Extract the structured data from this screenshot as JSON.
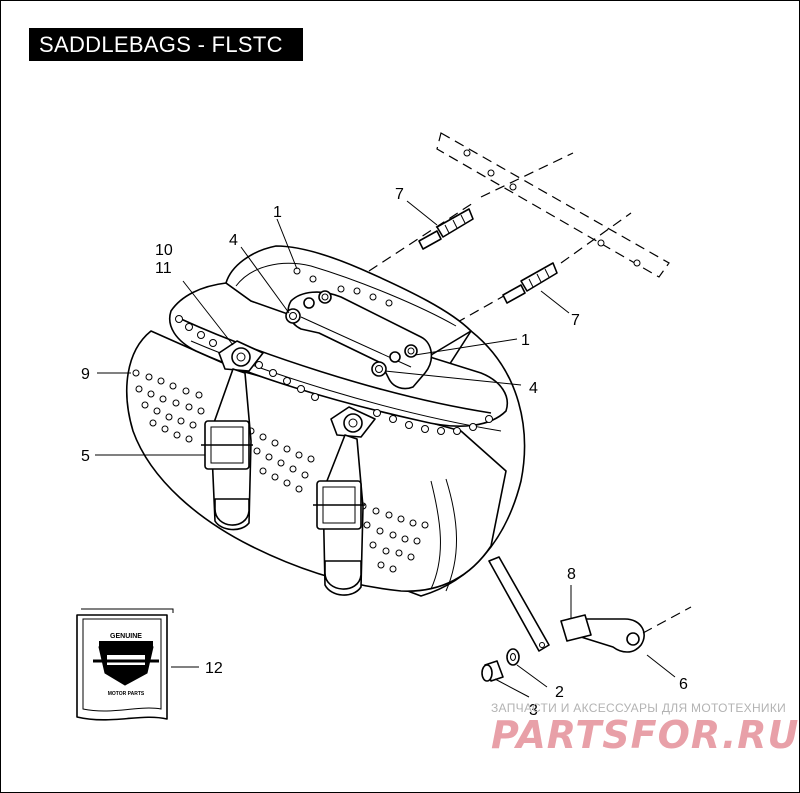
{
  "title": "SADDLEBAGS - FLSTC",
  "callouts": {
    "c1a": "1",
    "c1b": "1",
    "c2": "2",
    "c3": "3",
    "c4a": "4",
    "c4b": "4",
    "c5": "5",
    "c6": "6",
    "c7a": "7",
    "c7b": "7",
    "c8": "8",
    "c9": "9",
    "c10": "10",
    "c11": "11",
    "c12": "12"
  },
  "logo_text": {
    "top": "GENUINE",
    "bottom": "MOTOR PARTS"
  },
  "watermark": {
    "caption": "ЗАПЧАСТИ И АКСЕССУАРЫ ДЛЯ МОТОТЕХНИКИ",
    "brand": "PARTSFOR.RU",
    "color": "#e8a0a8"
  }
}
